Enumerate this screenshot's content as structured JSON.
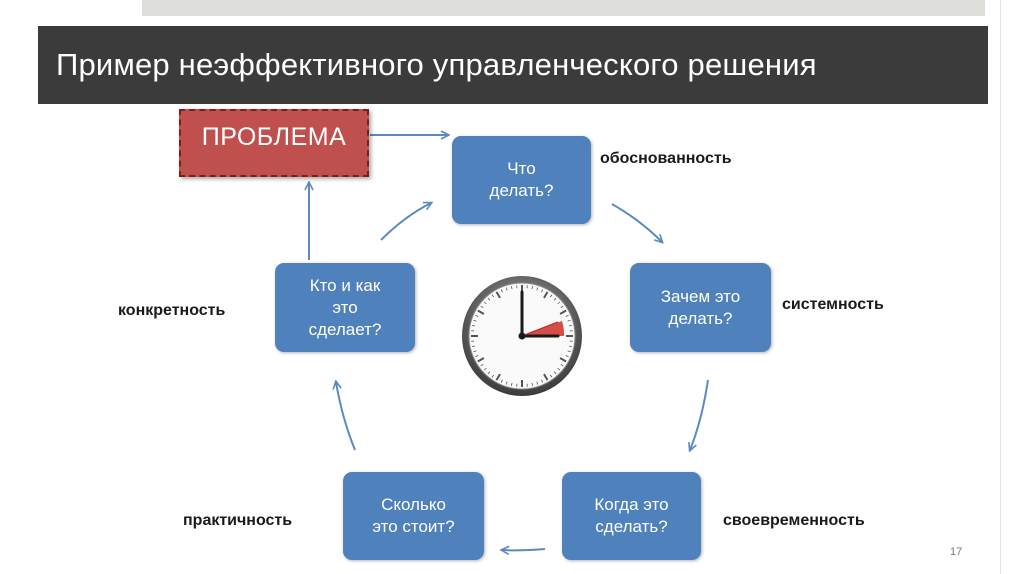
{
  "title": "Пример неэффективного управленческого решения",
  "problem": "ПРОБЛЕМА",
  "nodes": {
    "what": "Что\nделать?",
    "why": "Зачем это\nделать?",
    "when": "Когда это\nсделать?",
    "cost": "Сколько\nэто стоит?",
    "who": "Кто и как\nэто\nсделает?"
  },
  "labels": {
    "validity": "обоснованность",
    "systemic": "системность",
    "timeliness": "своевременность",
    "practicality": "практичность",
    "concreteness": "конкретность"
  },
  "page_number": "17",
  "icons": {
    "center": "clock-icon"
  },
  "colors": {
    "title_bg": "#3b3b3b",
    "node": "#4f81bd",
    "problem": "#c0504d",
    "arrow": "#5b89c0"
  }
}
